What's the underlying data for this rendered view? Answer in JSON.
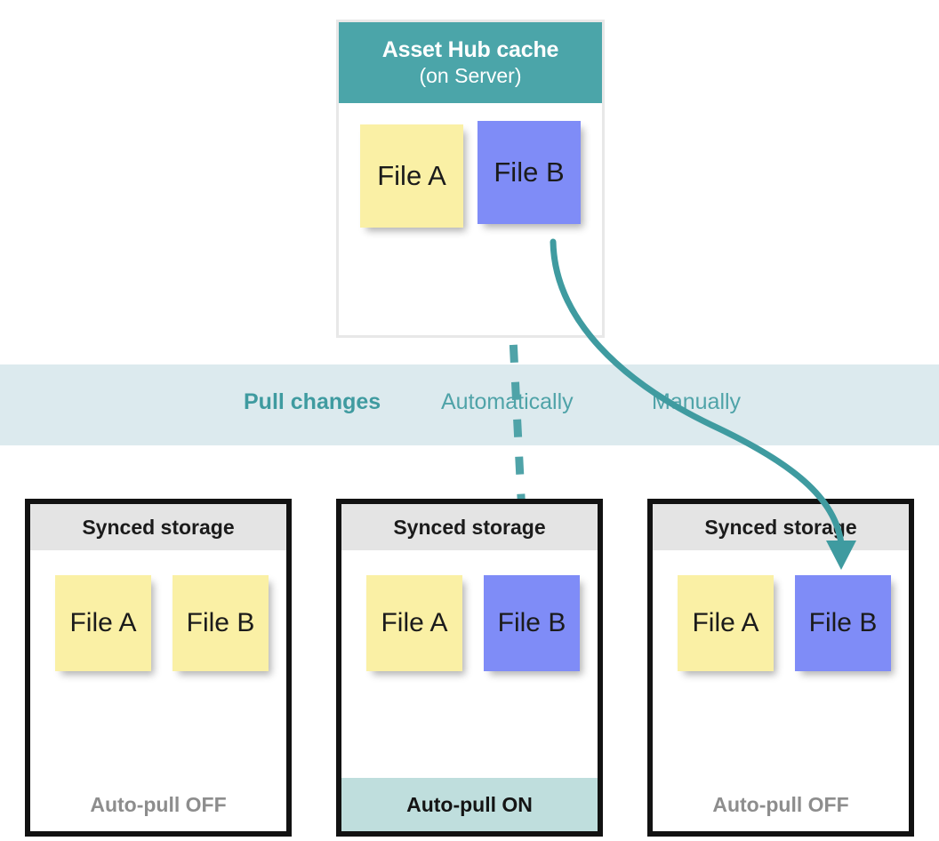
{
  "cache": {
    "title": "Asset Hub cache",
    "subtitle": "(on Server)",
    "header_color": "#4ba5a9",
    "notes": [
      {
        "label": "File A",
        "color": "yellow"
      },
      {
        "label": "File B",
        "color": "blue"
      }
    ]
  },
  "band": {
    "background": "#dceaee",
    "label": "Pull changes",
    "automatic_label": "Automatically",
    "manual_label": "Manually",
    "accent_color": "#4fa3a8"
  },
  "storages": [
    {
      "header": "Synced storage",
      "footer": "Auto-pull OFF",
      "auto_pull": "OFF",
      "notes": [
        {
          "label": "File A",
          "color": "yellow"
        },
        {
          "label": "File B",
          "color": "yellow"
        }
      ]
    },
    {
      "header": "Synced storage",
      "footer": "Auto-pull ON",
      "auto_pull": "ON",
      "notes": [
        {
          "label": "File A",
          "color": "yellow"
        },
        {
          "label": "File B",
          "color": "blue"
        }
      ]
    },
    {
      "header": "Synced storage",
      "footer": "Auto-pull OFF",
      "auto_pull": "OFF",
      "notes": [
        {
          "label": "File A",
          "color": "yellow"
        },
        {
          "label": "File B",
          "color": "blue"
        }
      ]
    }
  ],
  "arrows": {
    "automatic": {
      "style": "dashed",
      "color": "#4fa3a8"
    },
    "manual": {
      "style": "solid-curved",
      "color": "#3f9ba0"
    }
  },
  "colors": {
    "note_yellow": "#faf0a5",
    "note_blue": "#7f8cf7",
    "storage_header": "#e4e4e4",
    "auto_pull_on": "#bfdedd"
  }
}
